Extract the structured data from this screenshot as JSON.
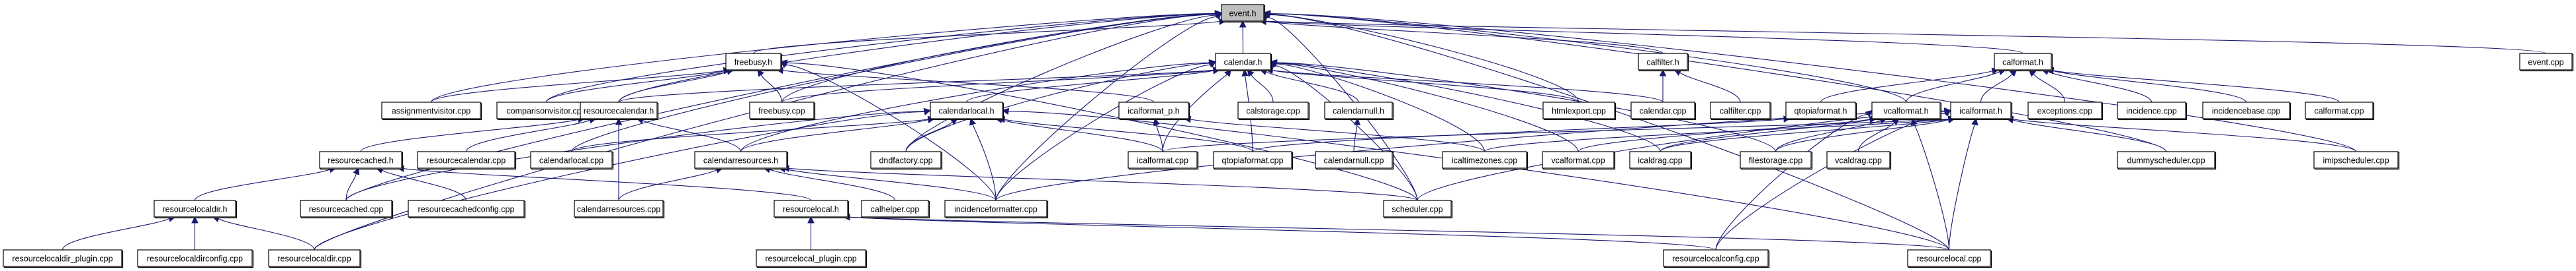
{
  "graph": {
    "title": "event.h",
    "type": "include-dependency-graph",
    "root": "event.h",
    "colors": {
      "edge": "#191970",
      "root_fill": "#bfbfbf",
      "node_fill": "#ffffff",
      "node_border": "#000000"
    },
    "nodes": [
      {
        "id": "event.h",
        "label": "event.h",
        "rank": 0
      },
      {
        "id": "freebusy.h",
        "label": "freebusy.h",
        "rank": 1
      },
      {
        "id": "calendar.h",
        "label": "calendar.h",
        "rank": 1
      },
      {
        "id": "calfilter.h",
        "label": "calfilter.h",
        "rank": 1
      },
      {
        "id": "calformat.h",
        "label": "calformat.h",
        "rank": 1
      },
      {
        "id": "event.cpp",
        "label": "event.cpp",
        "rank": 1
      },
      {
        "id": "assignmentvisitor.cpp",
        "label": "assignmentvisitor.cpp",
        "rank": 2
      },
      {
        "id": "comparisonvisitor.cpp",
        "label": "comparisonvisitor.cpp",
        "rank": 2
      },
      {
        "id": "resourcecalendar.h",
        "label": "resourcecalendar.h",
        "rank": 2
      },
      {
        "id": "freebusy.cpp",
        "label": "freebusy.cpp",
        "rank": 2
      },
      {
        "id": "calendarlocal.h",
        "label": "calendarlocal.h",
        "rank": 2
      },
      {
        "id": "icalformat_p.h",
        "label": "icalformat_p.h",
        "rank": 2
      },
      {
        "id": "calstorage.cpp",
        "label": "calstorage.cpp",
        "rank": 2
      },
      {
        "id": "calendarnull.h",
        "label": "calendarnull.h",
        "rank": 2
      },
      {
        "id": "htmlexport.cpp",
        "label": "htmlexport.cpp",
        "rank": 2
      },
      {
        "id": "calendar.cpp",
        "label": "calendar.cpp",
        "rank": 2
      },
      {
        "id": "calfilter.cpp",
        "label": "calfilter.cpp",
        "rank": 2
      },
      {
        "id": "qtopiaformat.h",
        "label": "qtopiaformat.h",
        "rank": 2
      },
      {
        "id": "vcalformat.h",
        "label": "vcalformat.h",
        "rank": 2
      },
      {
        "id": "icalformat.h",
        "label": "icalformat.h",
        "rank": 2
      },
      {
        "id": "exceptions.cpp",
        "label": "exceptions.cpp",
        "rank": 2
      },
      {
        "id": "incidence.cpp",
        "label": "incidence.cpp",
        "rank": 2
      },
      {
        "id": "incidencebase.cpp",
        "label": "incidencebase.cpp",
        "rank": 2
      },
      {
        "id": "calformat.cpp",
        "label": "calformat.cpp",
        "rank": 2
      },
      {
        "id": "resourcecached.h",
        "label": "resourcecached.h",
        "rank": 3
      },
      {
        "id": "resourcecalendar.cpp",
        "label": "resourcecalendar.cpp",
        "rank": 3
      },
      {
        "id": "calendarlocal.cpp",
        "label": "calendarlocal.cpp",
        "rank": 3
      },
      {
        "id": "calendarresources.h",
        "label": "calendarresources.h",
        "rank": 3
      },
      {
        "id": "dndfactory.cpp",
        "label": "dndfactory.cpp",
        "rank": 3
      },
      {
        "id": "icalformat.cpp",
        "label": "icalformat.cpp",
        "rank": 3
      },
      {
        "id": "qtopiaformat.cpp",
        "label": "qtopiaformat.cpp",
        "rank": 3
      },
      {
        "id": "calendarnull.cpp",
        "label": "calendarnull.cpp",
        "rank": 3
      },
      {
        "id": "icaltimezones.cpp",
        "label": "icaltimezones.cpp",
        "rank": 3
      },
      {
        "id": "vcalformat.cpp",
        "label": "vcalformat.cpp",
        "rank": 3
      },
      {
        "id": "icaldrag.cpp",
        "label": "icaldrag.cpp",
        "rank": 3
      },
      {
        "id": "filestorage.cpp",
        "label": "filestorage.cpp",
        "rank": 3
      },
      {
        "id": "vcaldrag.cpp",
        "label": "vcaldrag.cpp",
        "rank": 3
      },
      {
        "id": "dummyscheduler.cpp",
        "label": "dummyscheduler.cpp",
        "rank": 3
      },
      {
        "id": "imipscheduler.cpp",
        "label": "imipscheduler.cpp",
        "rank": 3
      },
      {
        "id": "resourcelocaldir.h",
        "label": "resourcelocaldir.h",
        "rank": 4
      },
      {
        "id": "resourcecached.cpp",
        "label": "resourcecached.cpp",
        "rank": 4
      },
      {
        "id": "resourcecachedconfig.cpp",
        "label": "resourcecachedconfig.cpp",
        "rank": 4
      },
      {
        "id": "calendarresources.cpp",
        "label": "calendarresources.cpp",
        "rank": 4
      },
      {
        "id": "resourcelocal.h",
        "label": "resourcelocal.h",
        "rank": 4
      },
      {
        "id": "calhelper.cpp",
        "label": "calhelper.cpp",
        "rank": 4
      },
      {
        "id": "incidenceformatter.cpp",
        "label": "incidenceformatter.cpp",
        "rank": 4
      },
      {
        "id": "scheduler.cpp",
        "label": "scheduler.cpp",
        "rank": 4
      },
      {
        "id": "resourcelocaldir_plugin.cpp",
        "label": "resourcelocaldir_plugin.cpp",
        "rank": 5
      },
      {
        "id": "resourcelocaldirconfig.cpp",
        "label": "resourcelocaldirconfig.cpp",
        "rank": 5
      },
      {
        "id": "resourcelocaldir.cpp",
        "label": "resourcelocaldir.cpp",
        "rank": 5
      },
      {
        "id": "resourcelocal_plugin.cpp",
        "label": "resourcelocal_plugin.cpp",
        "rank": 5
      },
      {
        "id": "resourcelocalconfig.cpp",
        "label": "resourcelocalconfig.cpp",
        "rank": 5
      },
      {
        "id": "resourcelocal.cpp",
        "label": "resourcelocal.cpp",
        "rank": 5
      }
    ],
    "edges": [
      [
        "calendar.h",
        "event.h"
      ],
      [
        "freebusy.h",
        "event.h"
      ],
      [
        "calfilter.h",
        "event.h"
      ],
      [
        "calformat.h",
        "event.h"
      ],
      [
        "event.cpp",
        "event.h"
      ],
      [
        "assignmentvisitor.cpp",
        "event.h"
      ],
      [
        "comparisonvisitor.cpp",
        "event.h"
      ],
      [
        "resourcecalendar.h",
        "event.h"
      ],
      [
        "freebusy.cpp",
        "event.h"
      ],
      [
        "calendarlocal.cpp",
        "event.h"
      ],
      [
        "resourcecached.cpp",
        "event.h"
      ],
      [
        "resourcelocaldir.cpp",
        "event.h"
      ],
      [
        "htmlexport.cpp",
        "event.h"
      ],
      [
        "vcalformat.h",
        "event.h"
      ],
      [
        "dndfactory.cpp",
        "event.h"
      ],
      [
        "incidenceformatter.cpp",
        "event.h"
      ],
      [
        "dummyscheduler.cpp",
        "event.h"
      ],
      [
        "imipscheduler.cpp",
        "event.h"
      ],
      [
        "scheduler.cpp",
        "event.h"
      ],
      [
        "resourcelocal.cpp",
        "event.h"
      ],
      [
        "assignmentvisitor.cpp",
        "freebusy.h"
      ],
      [
        "comparisonvisitor.cpp",
        "freebusy.h"
      ],
      [
        "resourcecalendar.h",
        "freebusy.h"
      ],
      [
        "freebusy.cpp",
        "freebusy.h"
      ],
      [
        "incidenceformatter.cpp",
        "freebusy.h"
      ],
      [
        "icalformat_p.h",
        "freebusy.h"
      ],
      [
        "scheduler.cpp",
        "freebusy.h"
      ],
      [
        "calendarlocal.h",
        "calendar.h"
      ],
      [
        "resourcecalendar.h",
        "calendar.h"
      ],
      [
        "freebusy.cpp",
        "calendar.h"
      ],
      [
        "calstorage.cpp",
        "calendar.h"
      ],
      [
        "calendarnull.h",
        "calendar.h"
      ],
      [
        "htmlexport.cpp",
        "calendar.h"
      ],
      [
        "calendar.cpp",
        "calendar.h"
      ],
      [
        "icalformat.cpp",
        "calendar.h"
      ],
      [
        "qtopiaformat.cpp",
        "calendar.h"
      ],
      [
        "icaltimezones.cpp",
        "calendar.h"
      ],
      [
        "vcalformat.cpp",
        "calendar.h"
      ],
      [
        "icaldrag.cpp",
        "calendar.h"
      ],
      [
        "filestorage.cpp",
        "calendar.h"
      ],
      [
        "scheduler.cpp",
        "calendar.h"
      ],
      [
        "dndfactory.cpp",
        "calendar.h"
      ],
      [
        "incidenceformatter.cpp",
        "calendar.h"
      ],
      [
        "calendarresources.h",
        "calendar.h"
      ],
      [
        "calendar.cpp",
        "calfilter.h"
      ],
      [
        "calfilter.cpp",
        "calfilter.h"
      ],
      [
        "qtopiaformat.h",
        "calformat.h"
      ],
      [
        "vcalformat.h",
        "calformat.h"
      ],
      [
        "icalformat.h",
        "calformat.h"
      ],
      [
        "exceptions.cpp",
        "calformat.h"
      ],
      [
        "incidence.cpp",
        "calformat.h"
      ],
      [
        "incidencebase.cpp",
        "calformat.h"
      ],
      [
        "calformat.cpp",
        "calformat.h"
      ],
      [
        "resourcecached.h",
        "resourcecalendar.h"
      ],
      [
        "resourcecalendar.cpp",
        "resourcecalendar.h"
      ],
      [
        "calendarresources.h",
        "resourcecalendar.h"
      ],
      [
        "calendarresources.cpp",
        "resourcecalendar.h"
      ],
      [
        "calendarresources.h",
        "calendarlocal.h"
      ],
      [
        "calendarlocal.cpp",
        "calendarlocal.h"
      ],
      [
        "dndfactory.cpp",
        "calendarlocal.h"
      ],
      [
        "icalformat.cpp",
        "calendarlocal.h"
      ],
      [
        "qtopiaformat.cpp",
        "calendarlocal.h"
      ],
      [
        "incidenceformatter.cpp",
        "calendarlocal.h"
      ],
      [
        "resourcecached.cpp",
        "calendarlocal.h"
      ],
      [
        "resourcelocaldir.cpp",
        "calendarlocal.h"
      ],
      [
        "resourcelocal.cpp",
        "calendarlocal.h"
      ],
      [
        "icalformat.cpp",
        "icalformat_p.h"
      ],
      [
        "icaltimezones.cpp",
        "icalformat_p.h"
      ],
      [
        "calendarnull.cpp",
        "calendarnull.h"
      ],
      [
        "qtopiaformat.cpp",
        "qtopiaformat.h"
      ],
      [
        "vcalformat.cpp",
        "vcalformat.h"
      ],
      [
        "filestorage.cpp",
        "vcalformat.h"
      ],
      [
        "vcaldrag.cpp",
        "vcalformat.h"
      ],
      [
        "icaldrag.cpp",
        "vcalformat.h"
      ],
      [
        "resourcelocal.cpp",
        "vcalformat.h"
      ],
      [
        "resourcelocalconfig.cpp",
        "vcalformat.h"
      ],
      [
        "icalformat.cpp",
        "icalformat.h"
      ],
      [
        "icaldrag.cpp",
        "icalformat.h"
      ],
      [
        "filestorage.cpp",
        "icalformat.h"
      ],
      [
        "icaltimezones.cpp",
        "icalformat.h"
      ],
      [
        "dummyscheduler.cpp",
        "icalformat.h"
      ],
      [
        "imipscheduler.cpp",
        "icalformat.h"
      ],
      [
        "scheduler.cpp",
        "icalformat.h"
      ],
      [
        "incidenceformatter.cpp",
        "icalformat.h"
      ],
      [
        "resourcelocal.cpp",
        "icalformat.h"
      ],
      [
        "resourcelocalconfig.cpp",
        "icalformat.h"
      ],
      [
        "resourcelocaldir.h",
        "resourcecached.h"
      ],
      [
        "resourcecached.cpp",
        "resourcecached.h"
      ],
      [
        "resourcecachedconfig.cpp",
        "resourcecached.h"
      ],
      [
        "resourcelocal.h",
        "resourcecached.h"
      ],
      [
        "calendarresources.cpp",
        "calendarresources.h"
      ],
      [
        "calhelper.cpp",
        "calendarresources.h"
      ],
      [
        "incidenceformatter.cpp",
        "calendarresources.h"
      ],
      [
        "scheduler.cpp",
        "calendarresources.h"
      ],
      [
        "resourcelocaldir_plugin.cpp",
        "resourcelocaldir.h"
      ],
      [
        "resourcelocaldirconfig.cpp",
        "resourcelocaldir.h"
      ],
      [
        "resourcelocaldir.cpp",
        "resourcelocaldir.h"
      ],
      [
        "resourcelocal_plugin.cpp",
        "resourcelocal.h"
      ],
      [
        "resourcelocalconfig.cpp",
        "resourcelocal.h"
      ],
      [
        "resourcelocal.cpp",
        "resourcelocal.h"
      ]
    ]
  }
}
